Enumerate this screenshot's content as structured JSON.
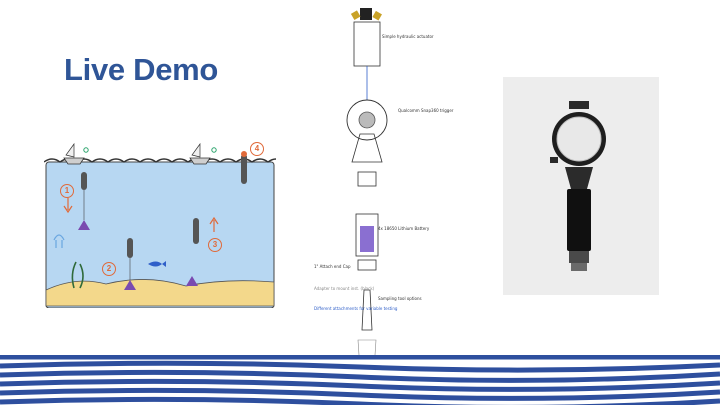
{
  "slide": {
    "title": "Live Demo",
    "title_color": "#2f5597",
    "accent_color": "#2e4f9e"
  },
  "scene": {
    "step_labels": [
      "1",
      "2",
      "3",
      "4"
    ],
    "water_color": "#b7d7f2",
    "sand_color": "#f3d88b",
    "step_color": "#e06a3a"
  },
  "sketch": {
    "notes": [
      "Simple hydraulic actuator",
      "Qualcomm Snap360 trigger",
      "4x 18650 Lithium Battery",
      "1\" Attach end Cap",
      "Different attachments for variable testing",
      "Adapter to mount inst. (black)",
      "Sampling tool options"
    ]
  },
  "render": {
    "background": "#ededed"
  }
}
